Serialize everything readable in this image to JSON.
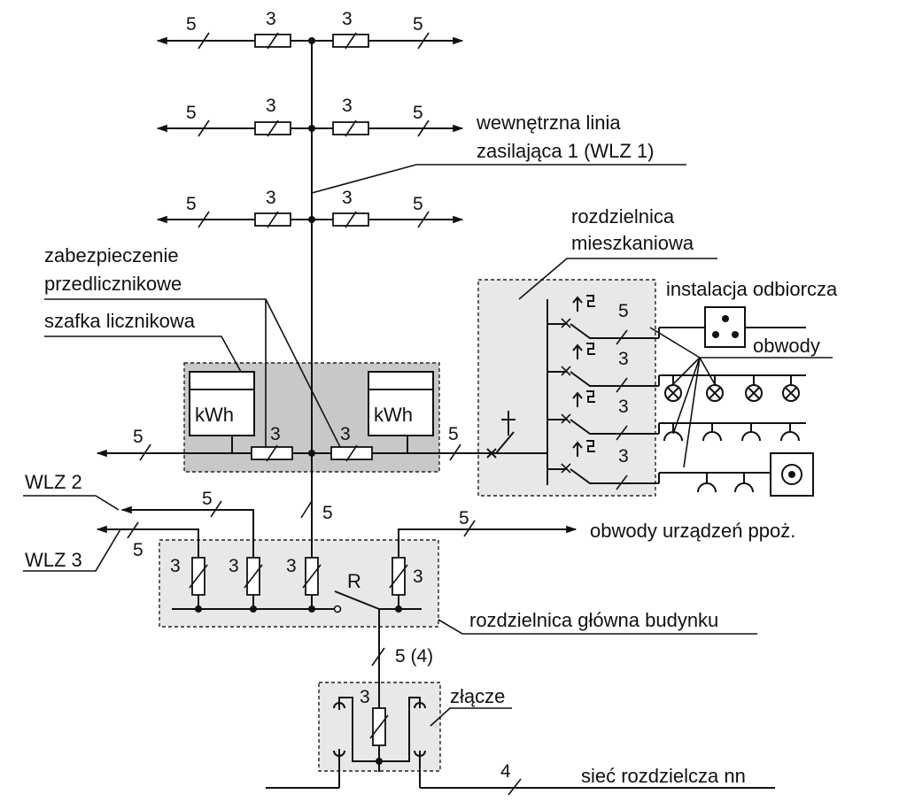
{
  "labels": {
    "wlz1_line1": "wewnętrzna linia",
    "wlz1_line2": "zasilająca 1 (WLZ 1)",
    "flat_board_line1": "rozdzielnica",
    "flat_board_line2": "mieszkaniowa",
    "pre_meter_line1": "zabezpieczenie",
    "pre_meter_line2": "przedlicznikowe",
    "meter_cabinet": "szafka licznikowa",
    "installation": "instalacja odbiorcza",
    "circuits": "obwody",
    "wlz2": "WLZ 2",
    "wlz3": "WLZ 3",
    "fire_circuits": "obwody urządzeń ppoż.",
    "main_board": "rozdzielnica główna budynku",
    "connector": "złącze",
    "network": "sieć rozdzielcza nn",
    "switch_r": "R",
    "kwh": "kWh",
    "n3": "3",
    "n4": "4",
    "n5": "5",
    "n54": "5 (4)"
  }
}
